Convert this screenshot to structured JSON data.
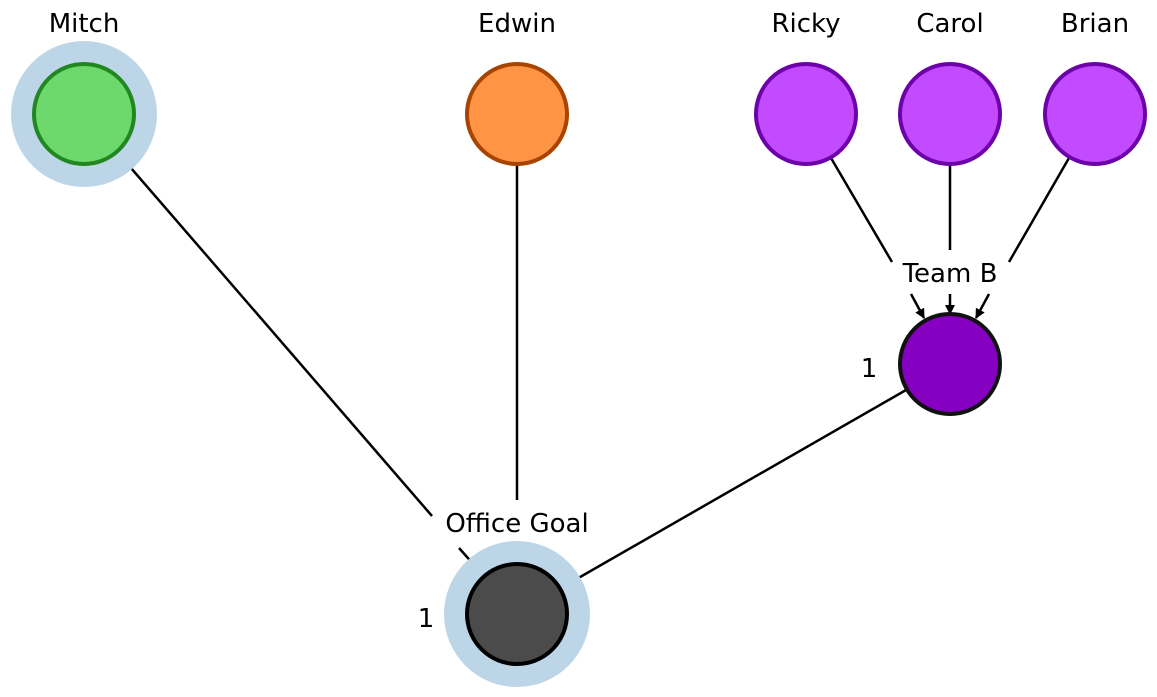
{
  "colors": {
    "halo": "#bcd6e8",
    "mitch_fill": "#6dd96d",
    "mitch_stroke": "#218721",
    "edwin_fill": "#ff9445",
    "edwin_stroke": "#a84300",
    "member_fill": "#c34bff",
    "member_stroke": "#6c02a8",
    "team_fill": "#8600c2",
    "team_stroke": "#111111",
    "goal_fill": "#4b4b4b",
    "goal_stroke": "#000000",
    "arrow_navy": "#0d2535",
    "arrow_black": "#000000"
  },
  "nodes": {
    "mitch": {
      "label": "Mitch",
      "highlighted": true
    },
    "edwin": {
      "label": "Edwin",
      "highlighted": false
    },
    "ricky": {
      "label": "Ricky",
      "highlighted": false
    },
    "carol": {
      "label": "Carol",
      "highlighted": false
    },
    "brian": {
      "label": "Brian",
      "highlighted": false
    },
    "team_b": {
      "label": "Team B",
      "count": "1",
      "highlighted": false
    },
    "office_goal": {
      "label": "Office Goal",
      "count": "1",
      "highlighted": true
    }
  },
  "edges": [
    {
      "from": "Mitch",
      "to": "Office Goal"
    },
    {
      "from": "Edwin",
      "to": "Office Goal"
    },
    {
      "from": "Ricky",
      "to": "Team B"
    },
    {
      "from": "Carol",
      "to": "Team B"
    },
    {
      "from": "Brian",
      "to": "Team B"
    },
    {
      "from": "Team B",
      "to": "Office Goal"
    }
  ]
}
